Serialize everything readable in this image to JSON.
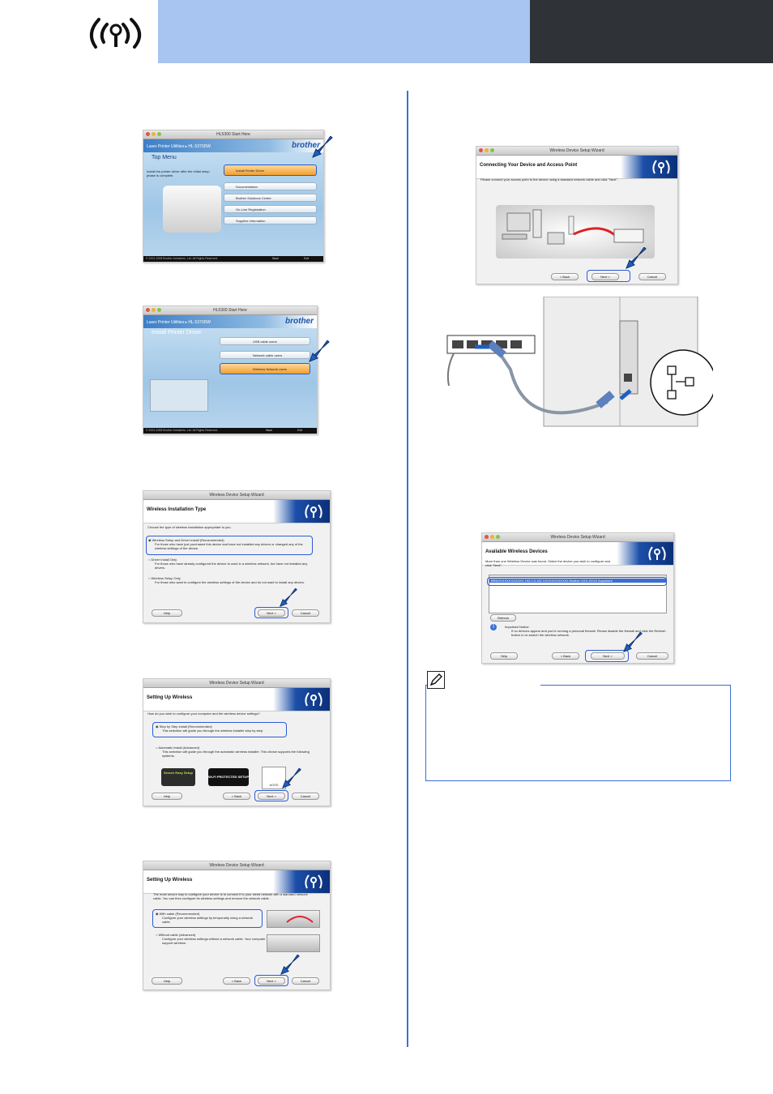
{
  "header": {
    "logo_icon": "wireless-icon",
    "colors": {
      "light": "#a8c4f0",
      "dark": "#2f3338",
      "rule": "#3c6fd6"
    }
  },
  "shot1": {
    "titlebar": "HL5300 Start Here",
    "brand": "brother",
    "product": "Laser Printer Utilities ▸ HL-5370DW",
    "heading": "Top Menu",
    "intro": "Install the printer driver after the initial setup phase is complete.",
    "menu": [
      "Install Printer Driver",
      "Documentation",
      "Brother Solutions Center",
      "On-Line Registration",
      "Supplies Information"
    ],
    "footer": "© 2001-2008 Brother Industries, Ltd. All Rights Reserved.",
    "back": "Back",
    "exit": "Exit"
  },
  "shot2": {
    "titlebar": "HL5300 Start Here",
    "brand": "brother",
    "product": "Laser Printer Utilities ▸ HL-5370DW",
    "heading": "Install Printer Driver",
    "menu": [
      "USB cable users",
      "Network cable users",
      "Wireless Network users"
    ],
    "footer": "© 2001-2008 Brother Industries, Ltd. All Rights Reserved.",
    "back": "Back",
    "exit": "Exit"
  },
  "shot3": {
    "titlebar": "Wireless Device Setup Wizard",
    "title": "Wireless Installation Type",
    "prompt": "Choose the type of wireless installation appropriate to you.",
    "options": [
      {
        "label": "Wireless Setup and Driver Install (Recommended)",
        "desc": "For those who have just purchased this device and have not installed any drivers or changed any of the wireless settings of the device."
      },
      {
        "label": "Driver Install Only",
        "desc": "For those who have already configured the device to work in a wireless network, but have not installed any drivers."
      },
      {
        "label": "Wireless Setup Only",
        "desc": "For those who want to configure the wireless settings of the device and do not want to install any drivers."
      }
    ],
    "help": "Help",
    "next": "Next >",
    "cancel": "Cancel"
  },
  "shot4": {
    "titlebar": "Wireless Device Setup Wizard",
    "title": "Setting Up Wireless",
    "prompt": "How do you wish to configure your computer and the wireless device settings?",
    "options": [
      {
        "label": "Step by Step install (Recommended)",
        "desc": "This selection will guide you through the wireless installer step by step."
      },
      {
        "label": "Automatic install (Advanced)",
        "desc": "This selection will guide you through the automatic wireless installer. This device supports the following systems."
      }
    ],
    "logos": [
      "Secure Easy Setup",
      "Wi-Fi PROTECTED SETUP",
      "AOSS"
    ],
    "help": "Help",
    "back": "< Back",
    "next": "Next >",
    "cancel": "Cancel"
  },
  "shot5": {
    "titlebar": "Wireless Device Setup Wizard",
    "title": "Setting Up Wireless",
    "prompt": "The most secure way to configure your device is to connect it to your wired network with a standard network cable. You can then configure its wireless settings and remove the network cable.",
    "options": [
      {
        "label": "With cable (Recommended)",
        "desc": "Configure your wireless settings by temporarily using a network cable."
      },
      {
        "label": "Without cable (Advanced)",
        "desc": "Configure your wireless settings without a network cable. Your computer must support wireless."
      }
    ],
    "help": "Help",
    "back": "< Back",
    "next": "Next >",
    "cancel": "Cancel"
  },
  "shot6": {
    "titlebar": "Wireless Device Setup Wizard",
    "title": "Connecting Your Device and Access Point",
    "prompt": "Please connect your access point to the device using a standard network cable and click \"Next\".",
    "back": "< Back",
    "next": "Next >",
    "cancel": "Cancel"
  },
  "shot7": {
    "titlebar": "Wireless Device Setup Wizard",
    "title": "Available Wireless Devices",
    "prompt": "More than one Wireless Device was found. Select the device you wish to configure and click \"Next\".",
    "row": "BRNXXXXXXXXXXXX  192.0.0.192   XXXXXXXXXXXX   Brother XXX-XXXX   Anywhere",
    "refresh": "Refresh",
    "notice_title": "Important Notice:",
    "notice": "If no devices appear and you're running a personal firewall. Please disable the firewall and click the Refresh button to re-search the wireless network.",
    "help": "Help",
    "back": "< Back",
    "next": "Next >",
    "cancel": "Cancel"
  }
}
